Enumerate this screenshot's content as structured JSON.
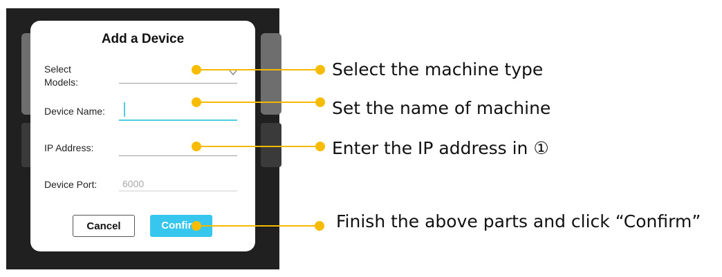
{
  "dialog": {
    "title": "Add a Device",
    "fields": {
      "models_label": "Select Models:",
      "name_label": "Device Name:",
      "ip_label": "IP Address:",
      "port_label": "Device Port:",
      "port_placeholder": "6000"
    },
    "buttons": {
      "cancel": "Cancel",
      "confirm": "Confirm"
    }
  },
  "callouts": [
    {
      "text": "Select the machine type"
    },
    {
      "text": "Set the name of machine"
    },
    {
      "text": "Enter the IP address in ①"
    },
    {
      "text": "Finish the above parts and click “Confirm”"
    }
  ],
  "colors": {
    "accent": "#37c6ee",
    "callout": "#f7bc00",
    "background_app": "#202020"
  },
  "icons": [
    "chevron-down-icon"
  ]
}
